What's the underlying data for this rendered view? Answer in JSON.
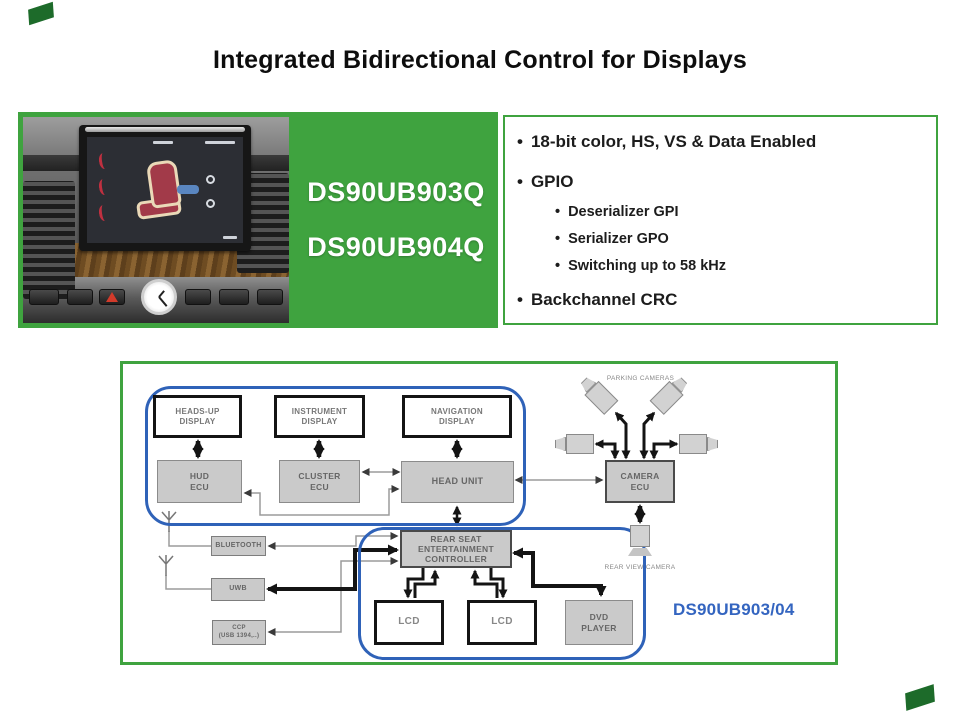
{
  "slide": {
    "title": "Integrated Bidirectional Control for Displays",
    "part_numbers": [
      "DS90UB903Q",
      "DS90UB904Q"
    ],
    "features": [
      {
        "level": 1,
        "text": "18-bit color, HS, VS & Data Enabled"
      },
      {
        "level": 1,
        "text": "GPIO"
      },
      {
        "level": 2,
        "text": "Deserializer GPI"
      },
      {
        "level": 2,
        "text": "Serializer GPO"
      },
      {
        "level": 2,
        "text": "Switching up to 58 kHz"
      },
      {
        "level": 1,
        "text": "Backchannel CRC"
      }
    ]
  },
  "diagram": {
    "part_label": "DS90UB903/04",
    "boxes": {
      "heads_up_display": "HEADS-UP\nDISPLAY",
      "instrument_display": "INSTRUMENT\nDISPLAY",
      "navigation_display": "NAVIGATION\nDISPLAY",
      "hud_ecu": "HUD\nECU",
      "cluster_ecu": "CLUSTER\nECU",
      "head_unit": "HEAD UNIT",
      "camera_ecu": "CAMERA\nECU",
      "bluetooth": "BLUETOOTH",
      "uwb": "UWB",
      "ccp": "CCP\n(USB 1394,..)",
      "rear_seat_controller": "REAR SEAT\nENTERTAINMENT\nCONTROLLER",
      "lcd_left": "LCD",
      "lcd_right": "LCD",
      "dvd_player": "DVD\nPLAYER"
    },
    "labels": {
      "parking_cameras": "PARKING CAMERAS",
      "rear_view_camera": "REAR VIEW CAMERA"
    }
  },
  "colors": {
    "green": "#3FA33F",
    "blue_outline": "#2F62B8",
    "blue_label": "#3465C0"
  }
}
